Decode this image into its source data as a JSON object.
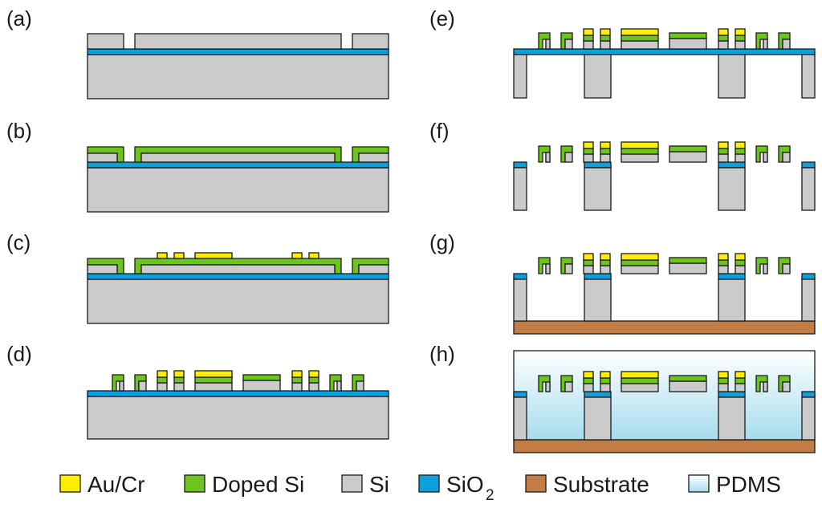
{
  "colors": {
    "au_cr": "#ffee00",
    "doped_si": "#6cc41c",
    "si": "#cbcbcb",
    "sio2": "#0ba0de",
    "substrate": "#c27c44",
    "pdms_top": "#ffffff",
    "pdms_bottom": "#a6dcee"
  },
  "panels": [
    {
      "id": "a",
      "label": "(a)"
    },
    {
      "id": "b",
      "label": "(b)"
    },
    {
      "id": "c",
      "label": "(c)"
    },
    {
      "id": "d",
      "label": "(d)"
    },
    {
      "id": "e",
      "label": "(e)"
    },
    {
      "id": "f",
      "label": "(f)"
    },
    {
      "id": "g",
      "label": "(g)"
    },
    {
      "id": "h",
      "label": "(h)"
    }
  ],
  "legend": [
    {
      "key": "au_cr",
      "label": "Au/Cr",
      "sub": ""
    },
    {
      "key": "doped_si",
      "label": "Doped Si",
      "sub": ""
    },
    {
      "key": "si",
      "label": "Si",
      "sub": ""
    },
    {
      "key": "sio2",
      "label": "SiO",
      "sub": "2"
    },
    {
      "key": "substrate",
      "label": "Substrate",
      "sub": ""
    },
    {
      "key": "pdms",
      "label": "PDMS",
      "sub": ""
    }
  ]
}
